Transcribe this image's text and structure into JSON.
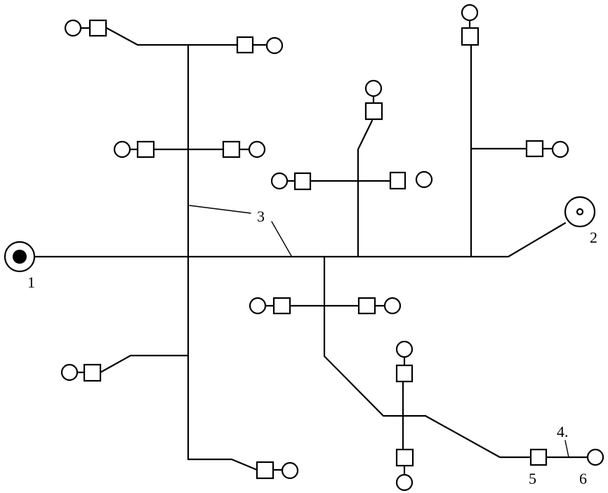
{
  "labels": {
    "source": "1",
    "terminal": "2",
    "trunk": "3",
    "connector": "4.",
    "box": "5",
    "outlet": "6"
  }
}
